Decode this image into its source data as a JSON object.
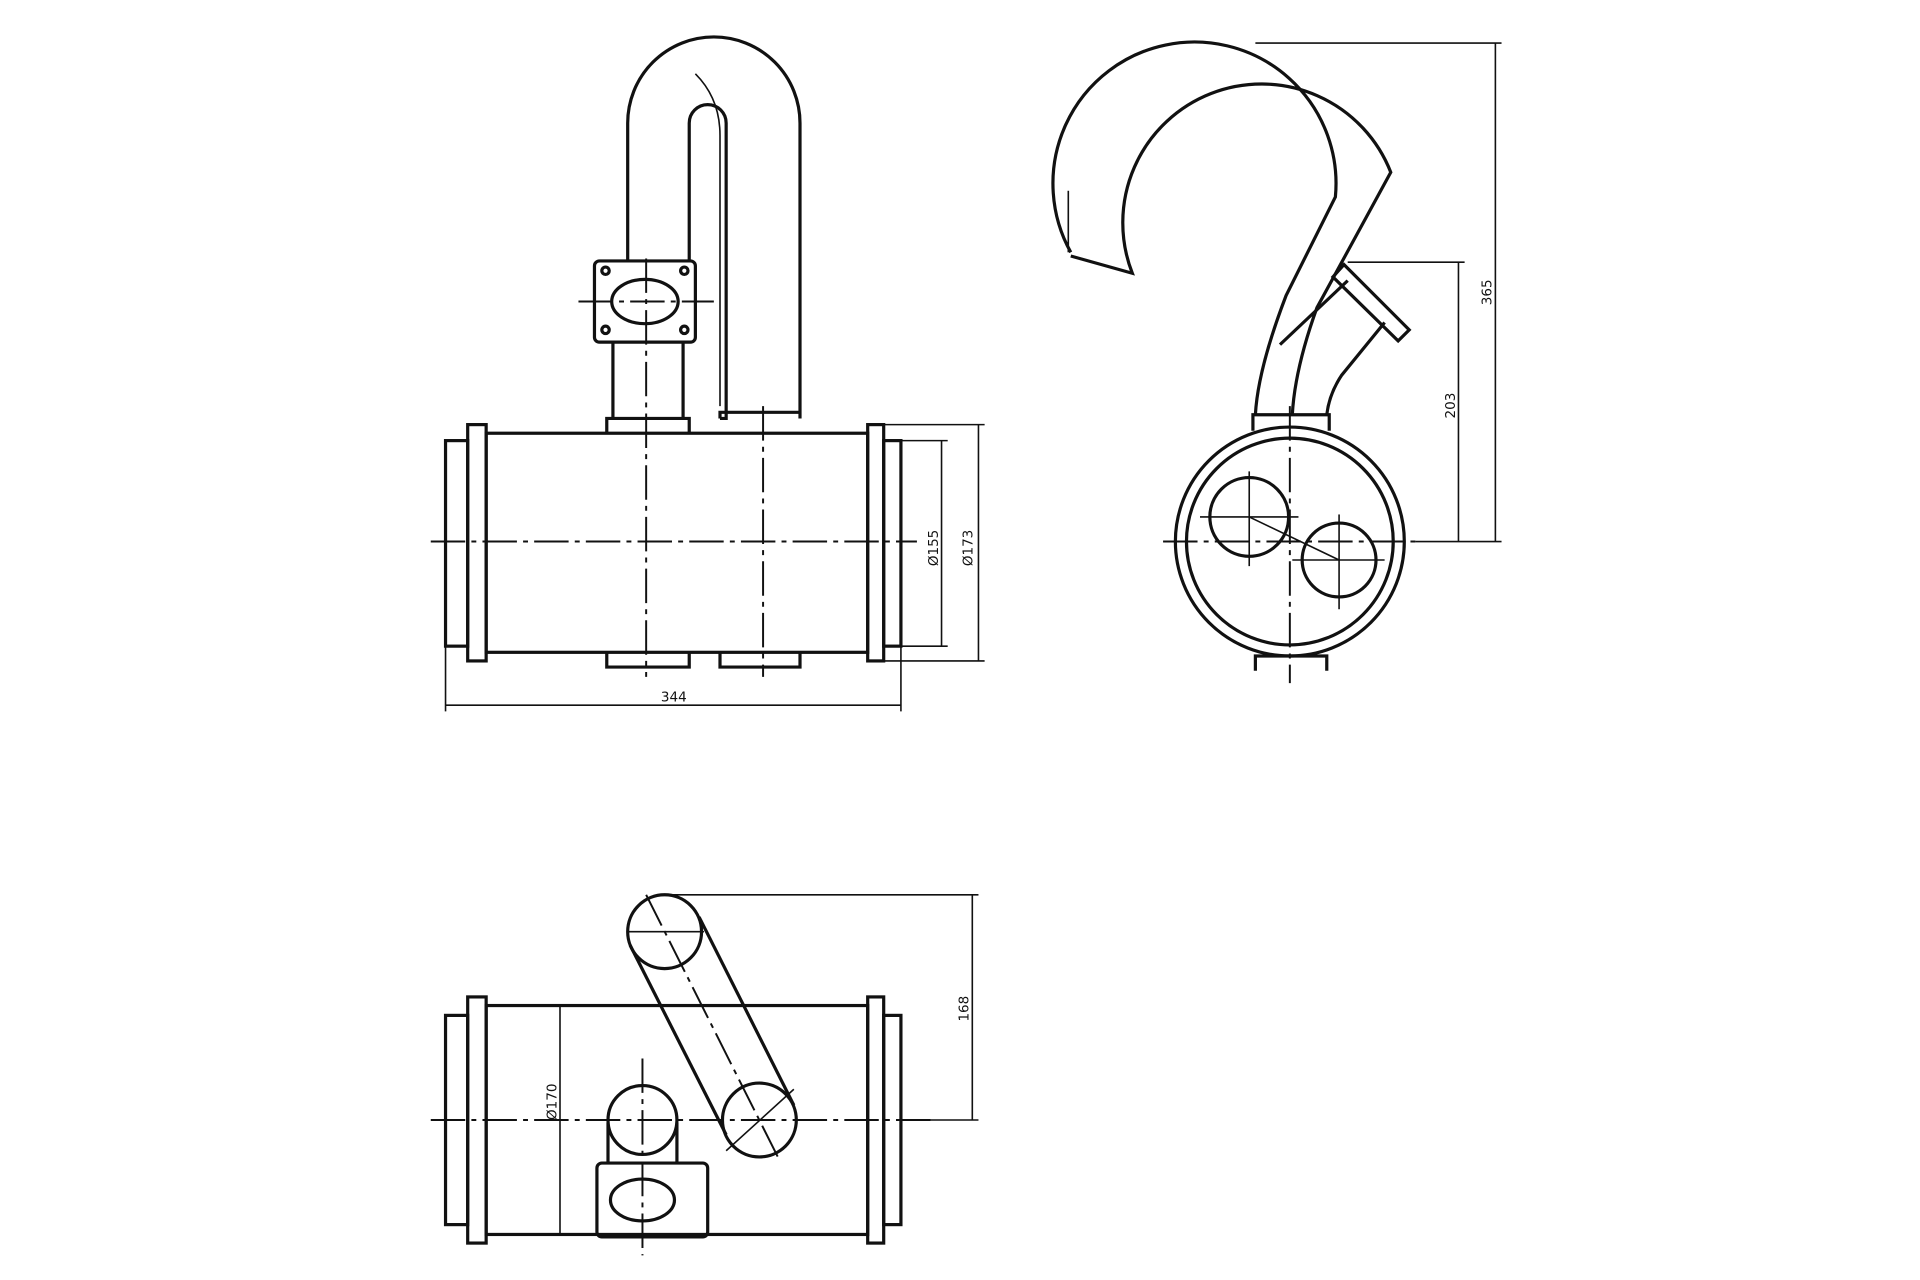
{
  "drawing": {
    "front_view": {
      "length": "344",
      "diameter_inner": "Ø155",
      "diameter_outer": "Ø173"
    },
    "side_view": {
      "height_total": "365",
      "height_flange": "203"
    },
    "top_view": {
      "diameter": "Ø170",
      "offset": "168"
    }
  },
  "colors": {
    "line": "#111111",
    "background": "#ffffff"
  }
}
